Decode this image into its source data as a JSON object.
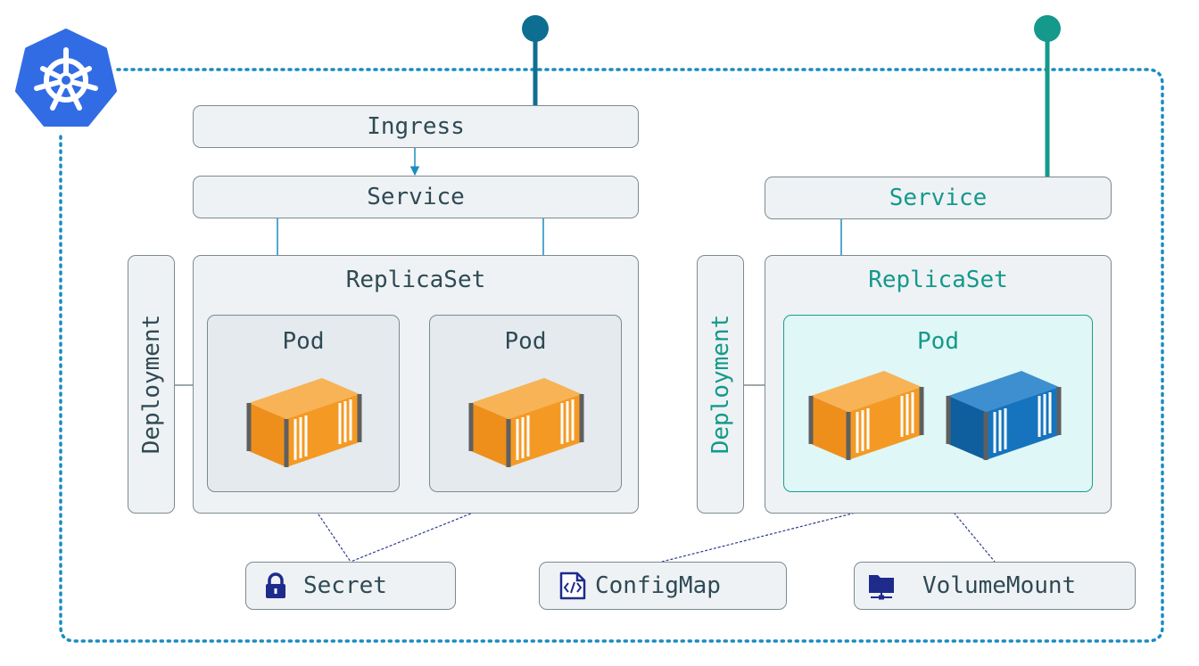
{
  "labels": {
    "ingress": "Ingress",
    "service_left": "Service",
    "service_right": "Service",
    "replicaset_left": "ReplicaSet",
    "replicaset_right": "ReplicaSet",
    "deployment_left": "Deployment",
    "deployment_right": "Deployment",
    "pod_1": "Pod",
    "pod_2": "Pod",
    "pod_3": "Pod",
    "secret": "Secret",
    "configmap": "ConfigMap",
    "volumemount": "VolumeMount"
  },
  "colors": {
    "teal_accent": "#14998b",
    "blue_accent": "#0e6e92",
    "kubernetes_blue": "#326ce5",
    "container_orange": "#f49a24",
    "container_blue": "#1674be",
    "icon_navy": "#1f2b8a"
  },
  "icons": [
    "kubernetes-logo",
    "lock-icon",
    "code-file-icon",
    "network-folder-icon",
    "shipping-container-icon"
  ]
}
